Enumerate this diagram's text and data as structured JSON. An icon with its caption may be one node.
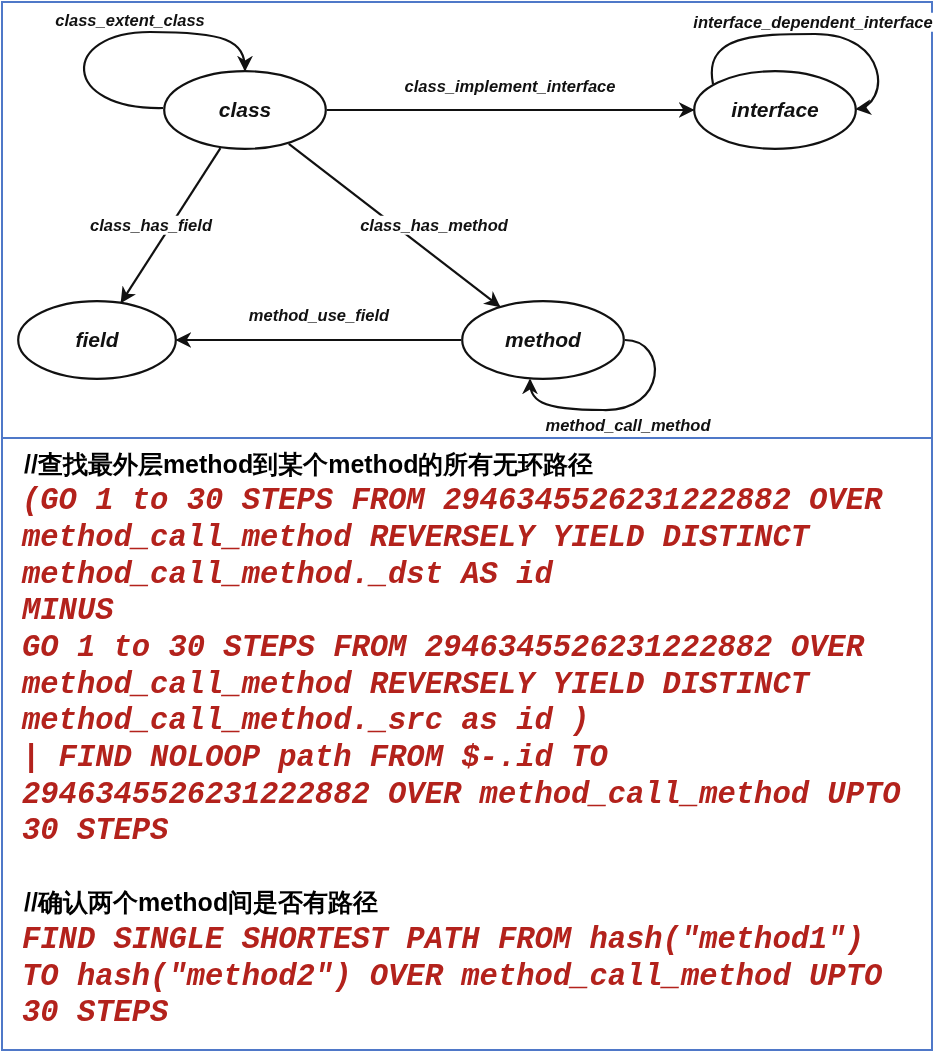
{
  "diagram": {
    "nodes": [
      {
        "text": [
          "class"
        ]
      },
      {
        "text": [
          "interface"
        ]
      },
      {
        "text": [
          "field"
        ]
      },
      {
        "text": [
          "method"
        ]
      }
    ],
    "edges": [
      {
        "from": 0,
        "to": 0,
        "arrow": "to",
        "label": "class_extent_class"
      },
      {
        "from": 0,
        "to": 1,
        "arrow": "to",
        "label": "class_implement_interface"
      },
      {
        "from": 1,
        "to": 1,
        "arrow": "to",
        "label": "interface_dependent_interface"
      },
      {
        "from": 0,
        "to": 2,
        "arrow": "to",
        "label": "class_has_field"
      },
      {
        "from": 0,
        "to": 3,
        "arrow": "to",
        "label": "class_has_method"
      },
      {
        "from": 3,
        "to": 2,
        "arrow": "to",
        "label": "method_use_field"
      },
      {
        "from": 3,
        "to": 3,
        "arrow": "to",
        "label": "method_call_method"
      }
    ],
    "labels": [
      "//查找最外层method到某个method的所有无环路径",
      "(GO 1 to 30 STEPS FROM 2946345526231222882 OVER",
      "method_call_method REVERSELY YIELD DISTINCT",
      "method_call_method._dst AS id",
      "MINUS",
      "GO 1 to 30 STEPS FROM 2946345526231222882 OVER",
      "method_call_method REVERSELY YIELD DISTINCT",
      "method_call_method._src as id )",
      "| FIND NOLOOP path FROM $-.id TO",
      "2946345526231222882 OVER method_call_method UPTO",
      "30 STEPS",
      "//确认两个method间是否有路径",
      "FIND SINGLE SHORTEST PATH FROM hash(\"method1\")",
      "TO hash(\"method2\") OVER method_call_method UPTO",
      "30 STEPS"
    ]
  }
}
